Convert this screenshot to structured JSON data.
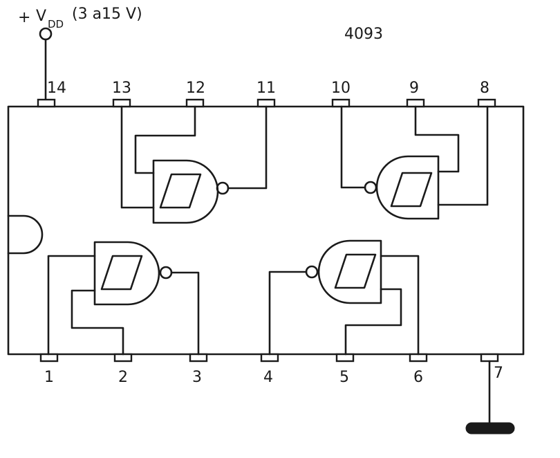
{
  "chip": {
    "part_number": "4093",
    "supply": {
      "sign": "+",
      "name_main": "V",
      "name_sub": "DD",
      "range": "(3 a15 V)"
    },
    "top_pins": [
      "14",
      "13",
      "12",
      "11",
      "10",
      "9",
      "8"
    ],
    "bottom_pins": [
      "1",
      "2",
      "3",
      "4",
      "5",
      "6",
      "7"
    ]
  },
  "colors": {
    "ink": "#1a1a1a",
    "background": "#ffffff"
  }
}
